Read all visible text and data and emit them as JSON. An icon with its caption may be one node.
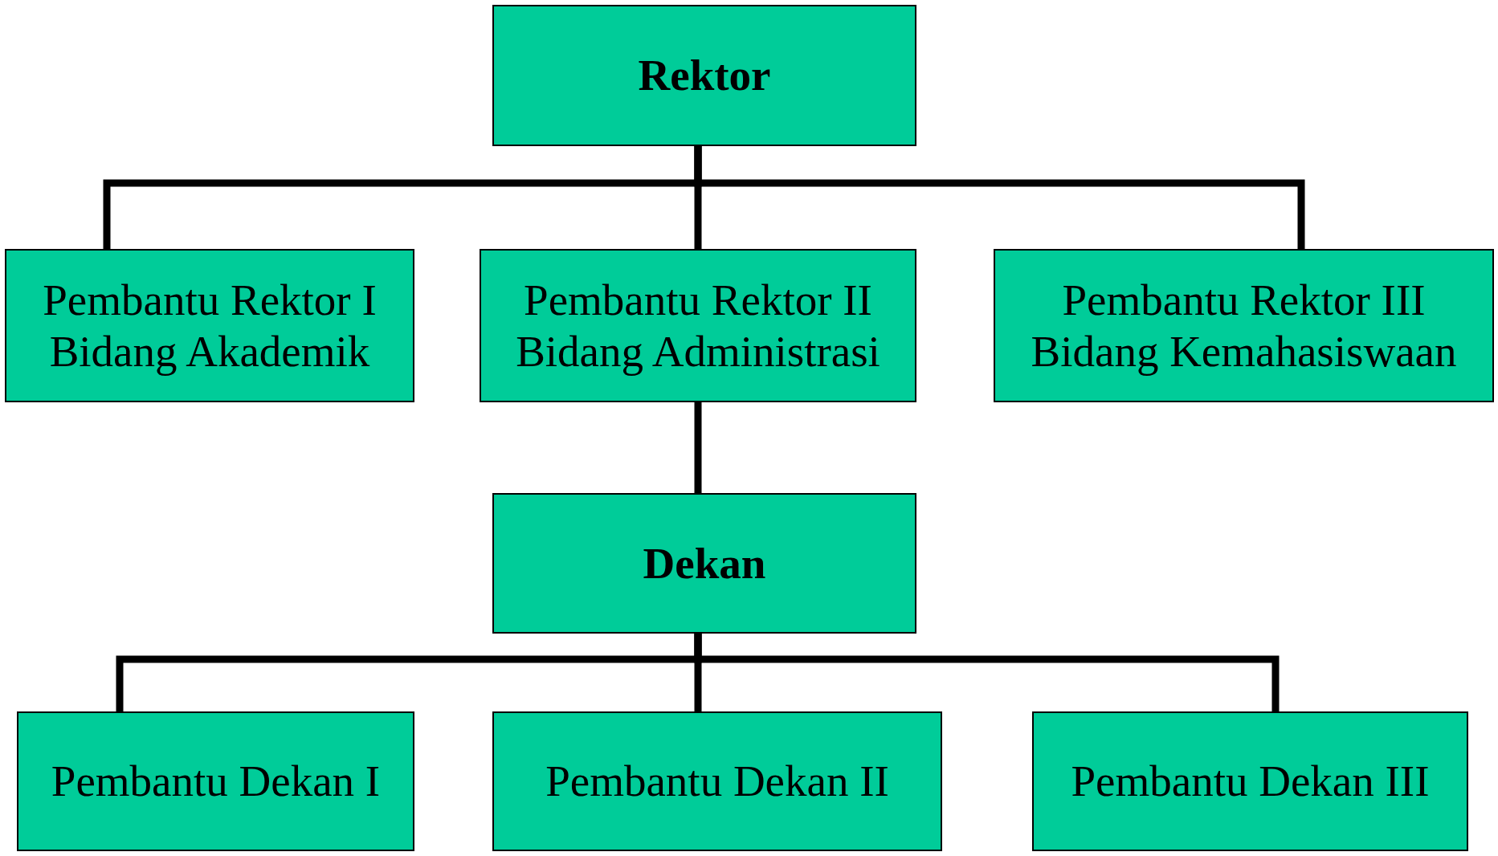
{
  "diagram": {
    "nodes": [
      {
        "text": [
          "Rektor"
        ]
      },
      {
        "text": [
          "Pembantu Rektor I",
          "Bidang Akademik"
        ]
      },
      {
        "text": [
          "Pembantu Rektor II",
          "Bidang Administrasi"
        ]
      },
      {
        "text": [
          "Pembantu Rektor III",
          "Bidang Kemahasiswaan"
        ]
      },
      {
        "text": [
          "Dekan"
        ]
      },
      {
        "text": [
          "Pembantu Dekan I"
        ]
      },
      {
        "text": [
          "Pembantu Dekan II"
        ]
      },
      {
        "text": [
          "Pembantu Dekan III"
        ]
      }
    ],
    "edges": [
      {
        "from": 0,
        "to": 1,
        "arrow": "none"
      },
      {
        "from": 0,
        "to": 2,
        "arrow": "none"
      },
      {
        "from": 0,
        "to": 3,
        "arrow": "none"
      },
      {
        "from": 2,
        "to": 4,
        "arrow": "none"
      },
      {
        "from": 4,
        "to": 5,
        "arrow": "none"
      },
      {
        "from": 4,
        "to": 6,
        "arrow": "none"
      },
      {
        "from": 4,
        "to": 7,
        "arrow": "none"
      }
    ]
  }
}
